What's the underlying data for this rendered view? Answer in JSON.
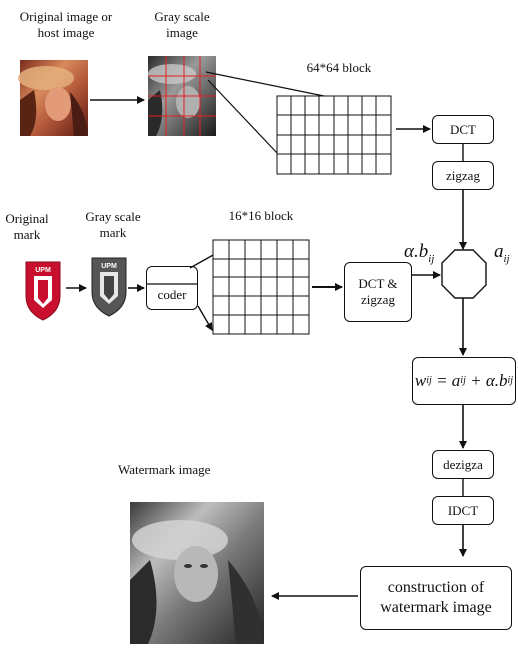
{
  "labels": {
    "original_image": "Original image or\nhost image",
    "gray_scale_image": "Gray scale\nimage",
    "block_64": "64*64 block",
    "original_mark": "Original\nmark",
    "gray_scale_mark": "Gray scale\nmark",
    "block_16": "16*16 block",
    "watermark_image": "Watermark image"
  },
  "boxes": {
    "dct": "DCT",
    "zigzag": "zigzag",
    "coder": "coder",
    "dct_zigzag": "DCT &\nzigzag",
    "dezigza": "dezigza",
    "idct": "IDCT",
    "construction": "construction of\nwatermark image"
  },
  "math": {
    "alpha_b": "α.b",
    "alpha_b_sub": "ij",
    "a": "a",
    "a_sub": "ij",
    "w": "w",
    "w_sub": "ij",
    "eq": " = a",
    "eq_sub": "ij",
    "plus": " + α.b",
    "plus_sub": "ij"
  },
  "logo_text": "UPM",
  "colors": {
    "logo_red": "#c8102e",
    "line": "#111111"
  }
}
